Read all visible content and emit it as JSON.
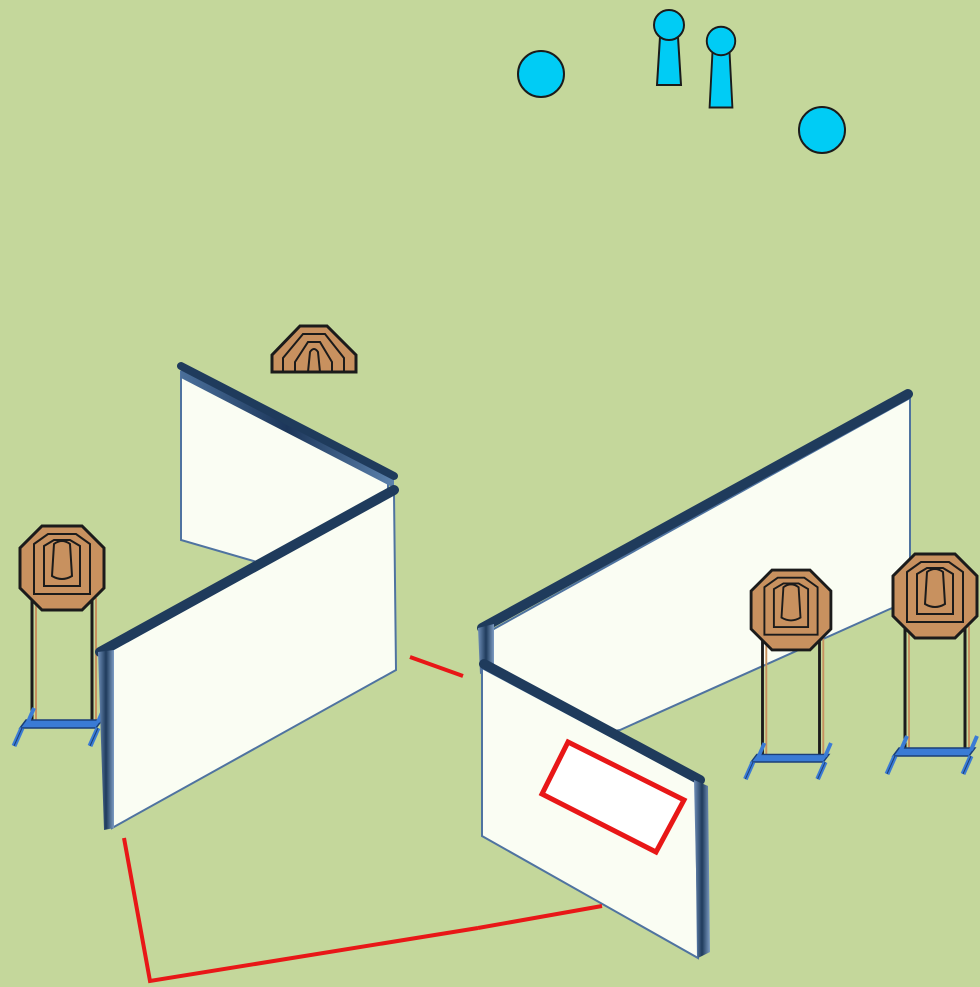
{
  "scene": {
    "background_color": "#c4d79b",
    "wall_face_color": "#fafdf3",
    "wall_edge_color": "#1f3b5c",
    "paper_target_color": "#c8915f",
    "steel_target_color": "#00ccf5",
    "stand_color": "#3a7bd5",
    "fault_line_color": "#e81717",
    "shooting_box_color": "#e81717"
  },
  "elements": {
    "steel_plates": [
      "steel-plate-left",
      "steel-plate-right"
    ],
    "steel_poppers": [
      "popper-left",
      "popper-right"
    ],
    "paper_targets_on_stands": [
      "paper-target-left",
      "paper-target-center-right",
      "paper-target-far-right"
    ],
    "paper_target_low": "paper-target-low-behind-wall",
    "walls": [
      "wall-left-back",
      "wall-left-front",
      "wall-right-back",
      "wall-right-front"
    ],
    "shooting_box": "start-box",
    "fault_lines": [
      "fault-line-front-left",
      "fault-line-front-right",
      "fault-line-gap"
    ]
  }
}
